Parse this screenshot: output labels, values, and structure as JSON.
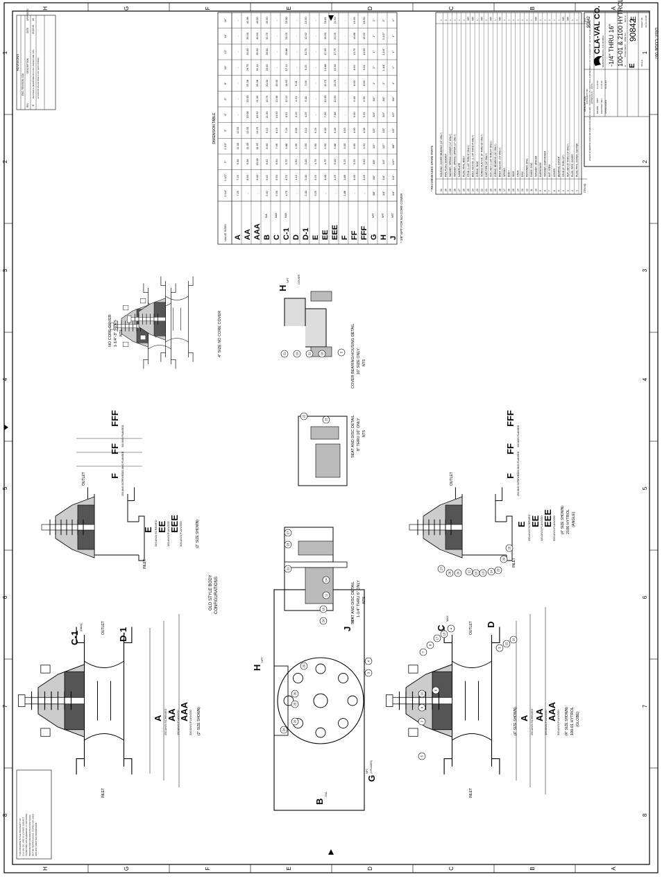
{
  "border": {
    "left_letters": [
      "H",
      "G",
      "F",
      "E",
      "D",
      "C",
      "B",
      "A"
    ],
    "right_letters": [
      "H",
      "G",
      "F",
      "E",
      "D",
      "C",
      "B",
      "A"
    ],
    "top_numbers": [
      "1",
      "2",
      "3",
      "4",
      "5",
      "6",
      "7",
      "8"
    ],
    "bottom_numbers": [
      "1",
      "2",
      "3",
      "4",
      "5",
      "6",
      "7",
      "8"
    ],
    "dist_code": "DIST. CODE 007"
  },
  "revisions": {
    "title": "REVISIONS",
    "headers": [
      "REV",
      "ZONE",
      "DESCRIPTION",
      "DATE",
      "APPROVED"
    ],
    "ecn_line": "ENG. REVISION: CO#",
    "row": {
      "rev": "E",
      "desc1": "REVISED & REDRAWN ON CAD, ADDED DIM. AAA",
      "desc2": "& 4.00 ON VALVE SIZE 1-1/2\" (ECO #4499)",
      "date": "03-15-98",
      "approved": "AK"
    }
  },
  "dimension_table": {
    "title": "DIMENSION TABLE",
    "headers": [
      "VALVE SIZES",
      "1 1/4\"",
      "1 1/2\"",
      "2\"",
      "2 1/2\"",
      "3\"",
      "4\"",
      "6\"",
      "8\"",
      "10\"",
      "12\"",
      "14\"",
      "16\""
    ],
    "rows": [
      {
        "label": "A",
        "sub": "",
        "cells": [
          "7.25",
          "7.25",
          "9.38",
          "11.00",
          "12.50",
          "-",
          "-",
          "-",
          "-",
          "-",
          "-",
          "-"
        ]
      },
      {
        "label": "AA",
        "sub": "",
        "cells": [
          "-",
          "8.50",
          "9.38",
          "11.00",
          "12.00",
          "15.00",
          "20.00",
          "25.38",
          "29.75",
          "34.00",
          "39.00",
          "41.38"
        ]
      },
      {
        "label": "AAA",
        "sub": "",
        "cells": [
          "-",
          "9.00",
          "10.00",
          "11.62",
          "13.25",
          "15.62",
          "21.00",
          "26.38",
          "31.12",
          "35.50",
          "40.50",
          "43.50"
        ]
      },
      {
        "label": "B",
        "sub": "DIA",
        "cells": [
          "5.62",
          "5.62",
          "6.62",
          "8.00",
          "9.12",
          "11.50",
          "15.75",
          "20.00",
          "23.62",
          "28.00",
          "32.75",
          "35.50"
        ]
      },
      {
        "label": "C",
        "sub": "MAX",
        "cells": [
          "5.50",
          "5.50",
          "6.50",
          "7.56",
          "8.19",
          "10.62",
          "13.38",
          "16.00",
          "-",
          "-",
          "-",
          "-"
        ]
      },
      {
        "label": "C-1",
        "sub": "MAX",
        "cells": [
          "4.75",
          "4.75",
          "5.75",
          "6.88",
          "7.25",
          "8.51",
          "12.12",
          "14.62",
          "17.12",
          "20.88",
          "24.19",
          "25.00"
        ]
      },
      {
        "label": "D",
        "sub": "",
        "cells": [
          "-",
          "1.12",
          "1.50",
          "1.69",
          "2.06",
          "3.19",
          "4.31",
          "5.31",
          "-",
          "-",
          "-",
          "-"
        ]
      },
      {
        "label": "D-1",
        "sub": "",
        "cells": [
          "2.00",
          "2.00",
          "2.00",
          "2.50",
          "3.12",
          "4.25",
          "6.00",
          "7.56",
          "9.25",
          "10.75",
          "12.62",
          "15.50"
        ]
      },
      {
        "label": "E",
        "sub": "",
        "cells": [
          "3.25",
          "3.25",
          "4.75",
          "5.50",
          "6.25",
          "-",
          "-",
          "-",
          "-",
          "-",
          "-",
          "-"
        ]
      },
      {
        "label": "EE",
        "sub": "",
        "cells": [
          "-",
          "4.00",
          "4.75",
          "5.50",
          "6.00",
          "7.50",
          "10.00",
          "12.75",
          "14.88",
          "17.00",
          "19.50",
          "20.81"
        ]
      },
      {
        "label": "EEE",
        "sub": "",
        "cells": [
          "-",
          "4.25",
          "5.00",
          "5.88",
          "6.38",
          "7.88",
          "10.50",
          "13.25",
          "15.56",
          "17.75",
          "20.25",
          "21.62"
        ]
      },
      {
        "label": "F",
        "sub": "",
        "cells": [
          "1.88",
          "1.88",
          "3.25",
          "4.00",
          "4.50",
          "-",
          "-",
          "-",
          "-",
          "-",
          "-",
          "-"
        ]
      },
      {
        "label": "FF",
        "sub": "",
        "cells": [
          "-",
          "4.00",
          "3.25",
          "4.00",
          "4.00",
          "5.00",
          "6.00",
          "8.00",
          "8.62",
          "13.75",
          "14.88",
          "15.69"
        ]
      },
      {
        "label": "FFF",
        "sub": "",
        "cells": [
          "-",
          "4.25",
          "3.50",
          "4.31",
          "4.38",
          "5.31",
          "6.50",
          "8.50",
          "9.31",
          "14.50",
          "15.62",
          "16.50"
        ]
      },
      {
        "label": "G",
        "sub": "NPT",
        "cells": [
          "3/8\"",
          "3/8\"",
          "3/8\"",
          "1/2\"",
          "1/2\"",
          "3/4\"",
          "3/4\"",
          "1\"",
          "1\"",
          "1\"",
          "1\"",
          "1\""
        ]
      },
      {
        "label": "H",
        "sub": "NPT",
        "cells": [
          "1/4\"",
          "1/4\"",
          "1/4\"",
          "1/2\"",
          "1/2\"",
          "3/4\"",
          "3/4\"",
          "1\"",
          "1-1/4\"",
          "1-1/4\"",
          "1-1/2\"",
          "2\""
        ]
      },
      {
        "label": "J",
        "sub": "NPT",
        "cells": [
          "1/4\"",
          "1/4\"",
          "1/4\"*",
          "3/8\"",
          "1/2\"",
          "1/2\"",
          "3/4\"",
          "1\"",
          "1\"",
          "1\"",
          "1\"",
          "1\""
        ]
      }
    ],
    "footnote": "* 3/8\" NPT FOR NO CORE COVER"
  },
  "parts_list": {
    "heading": "* RECOMMENDED SPARE PARTS",
    "items": [
      {
        "no": "31",
        "desc": "HOUSING, COVER BEARING (16\" ONLY)",
        "qty": "1"
      },
      {
        "no": "30",
        "desc": "PIPE PLUG, SOCKET",
        "qty": "2"
      },
      {
        "no": "29",
        "desc": "WASHER, SPRING, LOWER (10\" ONLY)",
        "qty": "1"
      },
      {
        "no": "28",
        "desc": "WASHER, SPRING, UPPER (10\" ONLY)",
        "qty": "1"
      },
      {
        "no": "27",
        "desc": "NAMEPLATE",
        "qty": "1"
      },
      {
        "no": "26",
        "desc": "PLUG, PIPE, BODY",
        "qty": "1"
      },
      {
        "no": "25",
        "desc": "STUD (1-1/4\" THRU 4\" ONLY)",
        "qty": "X/R"
      },
      {
        "no": "24",
        "desc": "BOLT, HEX HD. (1-1/4\" THRU 4\" ONLY)",
        "qty": "X/R"
      },
      {
        "no": "23",
        "desc": "O-RING, SEAT",
        "qty": "1"
      },
      {
        "no": "22",
        "desc": "SCREW, FLAT HD. (8\" THRU 16\" ONLY)",
        "qty": "X/R"
      },
      {
        "no": "21",
        "desc": "CAP, PIPE (16\" ONLY)",
        "qty": "1"
      },
      {
        "no": "20",
        "desc": "NUT, HEX (1-1/4\" THRU 4\" ONLY)",
        "qty": "X/R"
      },
      {
        "no": "19",
        "desc": "O-RING, BEARING (16\" ONLY)",
        "qty": "1"
      },
      {
        "no": "18",
        "desc": "BOLT, HEX HD. (16\" ONLY)",
        "qty": "X/R"
      },
      {
        "no": "17",
        "desc": "SPRING",
        "qty": "1"
      },
      {
        "no": "16",
        "desc": "BODY",
        "qty": "1"
      },
      {
        "no": "15",
        "desc": "SEAT",
        "qty": "1"
      },
      {
        "no": "14",
        "desc": "STEM",
        "qty": "1"
      },
      {
        "no": "13",
        "desc": "DISC",
        "qty": "1"
      },
      {
        "no": "12",
        "desc": "RETAINER, DISC",
        "qty": "1"
      },
      {
        "no": "11",
        "desc": "GUIDE, DISC",
        "qty": "1"
      },
      {
        "no": "10",
        "desc": "WASHER, SPACER",
        "qty": "X/R"
      },
      {
        "no": "9",
        "desc": "DIAPHRAGM",
        "qty": "1"
      },
      {
        "no": "8",
        "desc": "WASHER, DIAPHRAGM",
        "qty": "1"
      },
      {
        "no": "7",
        "desc": "NUT, STEM",
        "qty": "1"
      },
      {
        "no": "6",
        "desc": "COVER",
        "qty": "1"
      },
      {
        "no": "5",
        "desc": "BEARING, COVER",
        "qty": "1"
      },
      {
        "no": "4",
        "desc": "STUD (6\" THRU 16\")",
        "qty": "X/R"
      },
      {
        "no": "3",
        "desc": "NUT, HEX (6\" THRU 16\" ONLY)",
        "qty": "X/R"
      },
      {
        "no": "2",
        "desc": "PLUG, PIPE, COVER",
        "qty": "1"
      },
      {
        "no": "1",
        "desc": "PLUG, PIPE, COVER, CENTER",
        "qty": "1"
      }
    ],
    "footer": {
      "item": "ITEM NO.",
      "desc": "DESCRIPTION",
      "qty": "QTY"
    }
  },
  "title_block": {
    "company": "CLA-VAL CO.",
    "address": "NEWPORT BEACH, CALIFORNIA",
    "title_line1": "-1/4\" THRU 16\"",
    "title_line2": "100-01 & 2100 HYTROL",
    "drawing_number": "90842",
    "size_letter": "E",
    "scale": "SCALE",
    "sheet": "SHEET OF",
    "rev": "REV. E",
    "cad_file": "AK CA-14-98",
    "dwg_no_label": "DWG NO",
    "code_ident": "CODE IDENT",
    "contract_no": "CONTRACT NO.",
    "approvals": "APPROVALS",
    "date": "DATE",
    "drawn": "DRAWN",
    "drawn_by": "MCP",
    "drawn_date": "11-19-82",
    "checked": "CHECKED",
    "checked_by": "REJ",
    "checked_date": "11-21-82",
    "approved": "APPROVED",
    "approved_by": "CH",
    "approved_date": "10-21-83",
    "next_assy": "90842",
    "notes": "UNLESS OTHERWISE SPECIFIED DIMENSIONS ARE IN INCHES. TOLERANCES ON: FRACTIONS ±1/16 DECIMALS ±.XX ±.01 ANGLES ±1/2°. DO NOT SCALE DRAWING"
  },
  "notice": "THIS DRAWING IS THE PROPERTY OF CLA-VAL CO. AND IS LOANED SUBJECT TO RETURN UPON DEMAND. IT CONTAINS PROPRIETARY INFORMATION AND SHALL NOT BE REPRODUCED, COPIED OR USED WITHOUT WRITTEN PERMISSION.",
  "views": {
    "globe_old": {
      "caption1": "(2\" SIZE SHOWN)",
      "inlet": "INLET",
      "outlet": "OUTLET",
      "c1": "C-1",
      "c1_sub": "(MAX)",
      "d1": "D-1",
      "a": "A",
      "a_sub": "250 ANSI SCREWED",
      "aa": "AA",
      "aa_sub": "150 ANSI FLANGED",
      "aaa": "AAA",
      "aaa_sub": "300 ANSI FLANGED"
    },
    "old_style_caption1": "OLD STYLE BODY",
    "old_style_caption2": "CONFIGURATIONS",
    "angle_old": {
      "caption": "(2\" SIZE SHOWN)",
      "inlet": "INLET",
      "outlet": "OUTLET",
      "e": "E",
      "e_sub": "250 ANSI SCREWED",
      "ee": "EE",
      "ee_sub": "150 ANSI FLANGED",
      "eee": "EEE",
      "eee_sub": "300 ANSI FLANGED",
      "f": "F",
      "f_sub": "250 ANSI SCREWED",
      "ff": "FF",
      "ff_sub": "150 ANSI FLANGED",
      "fff": "FFF",
      "fff_sub": "300 ANSI FLANGED"
    },
    "no_core_cover": {
      "line1": "NO CORE COVER",
      "line2": "1-1/4\"-3\" SIZES",
      "line3": "NTS"
    },
    "four_inch_no_core": {
      "line1": "4\" SIZE NO CORE COVER"
    },
    "top_view": {
      "b": "B",
      "b_sub": "DIA",
      "h": "H",
      "h_sub": "NPT",
      "j": "J",
      "j_sub": "NPT",
      "g": "G",
      "g_sub": "NPT",
      "g_sub2": "(4 PLACES)"
    },
    "seat_disc_small": {
      "line1": "SEAT AND DISC DETAIL",
      "line2": "1-1/4\" THRU 6\" ONLY",
      "line3": "NTS"
    },
    "seat_disc_large": {
      "line1": "SEAT AND DISC DETAIL",
      "line2": "8\" THRU 16\" ONLY",
      "line3": "NTS"
    },
    "cover_bearing": {
      "line1": "COVER BEARING/HOUSING DETAIL",
      "line2": "16\" SIZE ONLY",
      "line3": "NTS",
      "h": "H",
      "h_sub": "NPT",
      "cover": "COVER"
    },
    "globe_new": {
      "caption1": "(4\" SIZE SHOWN)",
      "caption2": "100-01 HYTROL",
      "caption3": "(GLOBE)",
      "inlet": "INLET",
      "outlet": "OUTLET",
      "c": "C",
      "c_sub": "MAX",
      "d": "D",
      "a": "A",
      "a_sub": "250 ANSI SCREWED",
      "aa": "AA",
      "aa_sub": "150 ANSI FLANGED",
      "aaa": "AAA",
      "aaa_sub": "300 ANSI FLANGED"
    },
    "angle_new": {
      "caption1": "(4\" SIZE SHOWN)",
      "caption2": "2100 HYTROL",
      "caption3": "(ANGLE)",
      "inlet": "INLET",
      "outlet": "OUTLET",
      "e": "E",
      "e_sub": "250 ANSI SCREWED",
      "ee": "EE",
      "ee_sub": "150 ANSI FLANGED",
      "eee": "EEE",
      "eee_sub": "300 ANSI FLANGED",
      "f": "F",
      "f_sub": "250 ANSI SCREWED",
      "ff": "FF",
      "ff_sub": "150 ANSI FLANGED",
      "fff": "FFF",
      "fff_sub": "300 ANSI FLANGED"
    }
  },
  "balloons": {
    "globe_new": [
      "5",
      "2",
      "9",
      "10",
      "6",
      "7",
      "8",
      "17",
      "13",
      "4",
      "3",
      "15",
      "16"
    ],
    "angle_new": [
      "27",
      "28",
      "26",
      "12",
      "15",
      "13",
      "14",
      "23",
      "24",
      "25"
    ],
    "top_view": [
      "24",
      "20",
      "25",
      "4",
      "3",
      "26",
      "20"
    ],
    "seat_small": [
      "17",
      "23",
      "21",
      "24",
      "10",
      "11",
      "14"
    ],
    "seat_large": [
      "22",
      "23"
    ],
    "cover_bearing": [
      "21",
      "19",
      "31",
      "18",
      "5"
    ]
  }
}
